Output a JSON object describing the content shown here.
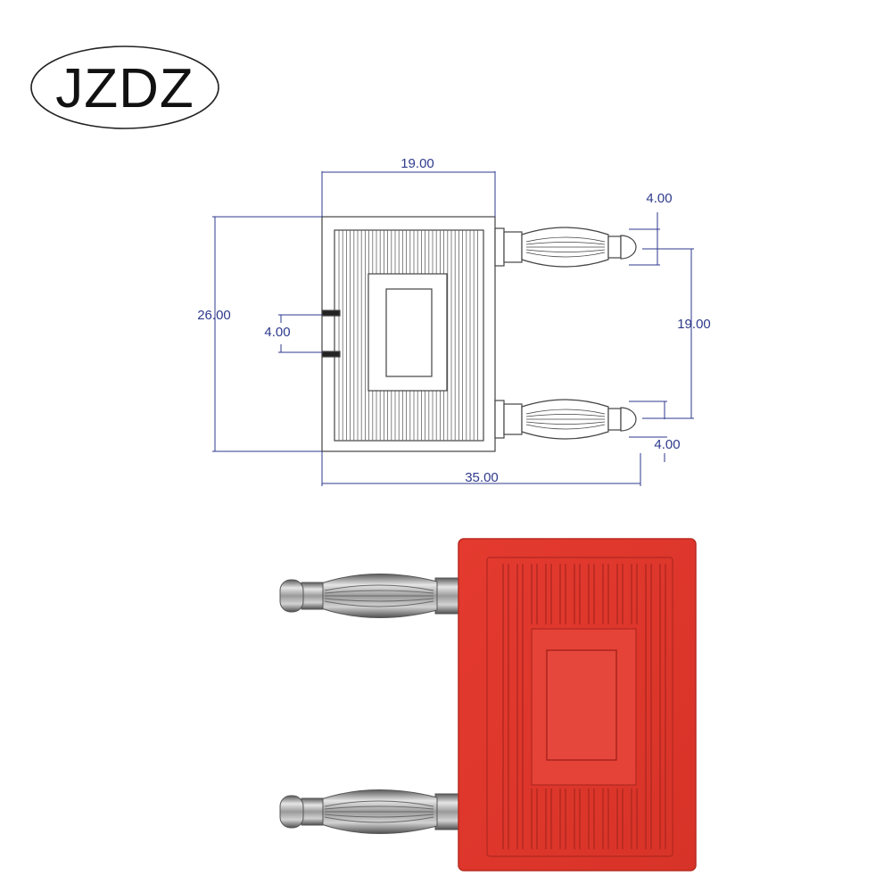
{
  "brand": {
    "name": "JZDZ"
  },
  "drawing": {
    "dimensions": {
      "top_width": "19.00",
      "height": "26.00",
      "left_gap": "4.00",
      "pin_diameter_top": "4.00",
      "pin_spacing": "19.00",
      "pin_diameter_bottom": "4.00",
      "total_length": "35.00"
    }
  },
  "colors": {
    "dimension_line": "#2e3a8c",
    "outline": "#444444",
    "plug_body": "#e03c31",
    "plug_body_dark": "#c22a22",
    "pin_metal": "#a9a9a9"
  }
}
